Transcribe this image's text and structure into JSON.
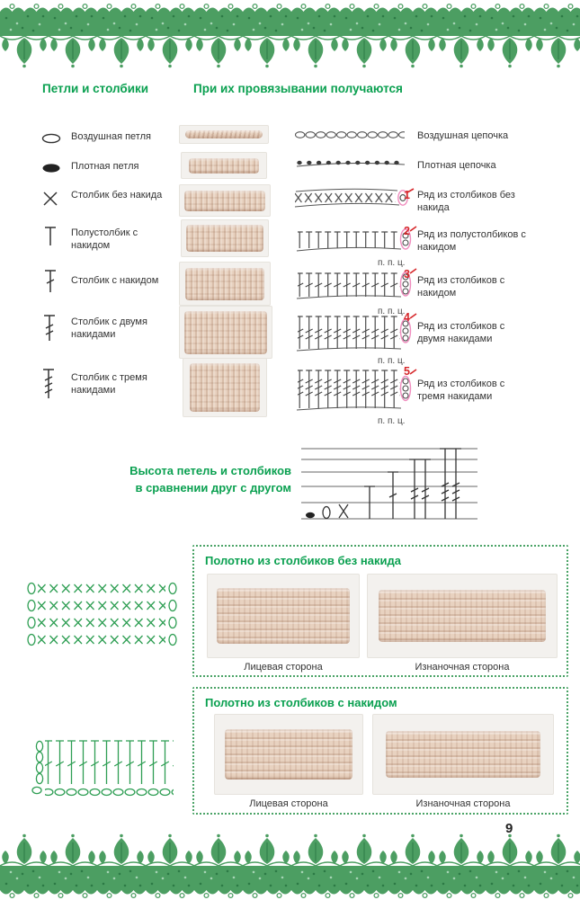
{
  "page_number": "9",
  "headers": {
    "left": "Петли и столбики",
    "right": "При их провязывании получаются"
  },
  "rows": [
    {
      "name": "Воздушная петля",
      "result": "Воздушная цепочка",
      "num": "",
      "note": ""
    },
    {
      "name": "Плотная петля",
      "result": "Плотная цепочка",
      "num": "",
      "note": ""
    },
    {
      "name": "Столбик без накида",
      "result": "Ряд из столбиков без накида",
      "num": "1",
      "note": ""
    },
    {
      "name": "Полустолбик с накидом",
      "result": "Ряд из полустолбиков с накидом",
      "num": "2",
      "note": "п. п. ц."
    },
    {
      "name": "Столбик с накидом",
      "result": "Ряд из столбиков с накидом",
      "num": "3",
      "note": "п. п. ц."
    },
    {
      "name": "Столбик с двумя накидами",
      "result": "Ряд из столбиков с двумя накидами",
      "num": "4",
      "note": "п. п. ц."
    },
    {
      "name": "Столбик с тремя накидами",
      "result": "Ряд из столбиков с тремя накидами",
      "num": "5",
      "note": "п. п. ц."
    }
  ],
  "height_caption": {
    "line1": "Высота петель и столбиков",
    "line2": "в сравнении друг с другом"
  },
  "sections": [
    {
      "title": "Полотно из столбиков без накида",
      "front_caption": "Лицевая сторона",
      "back_caption": "Изнаночная сторона"
    },
    {
      "title": "Полотно из столбиков с накидом",
      "front_caption": "Лицевая сторона",
      "back_caption": "Изнаночная сторона"
    }
  ],
  "symbols": {
    "air_loop": "oval-outline",
    "tight_loop": "oval-filled",
    "single_crochet": "x-cross",
    "half_double": "t-bar",
    "double": "t-bar-1-tick",
    "double2": "t-bar-2-ticks",
    "double3": "t-bar-3-ticks"
  },
  "colors": {
    "heading_green": "#0aa050",
    "lace_green": "#4c9e62",
    "chart_green": "#2e9e53",
    "number_red": "#d6282b",
    "turn_chain_pink": "#f08cbe",
    "swatch_beige": "#e8d2c0"
  }
}
